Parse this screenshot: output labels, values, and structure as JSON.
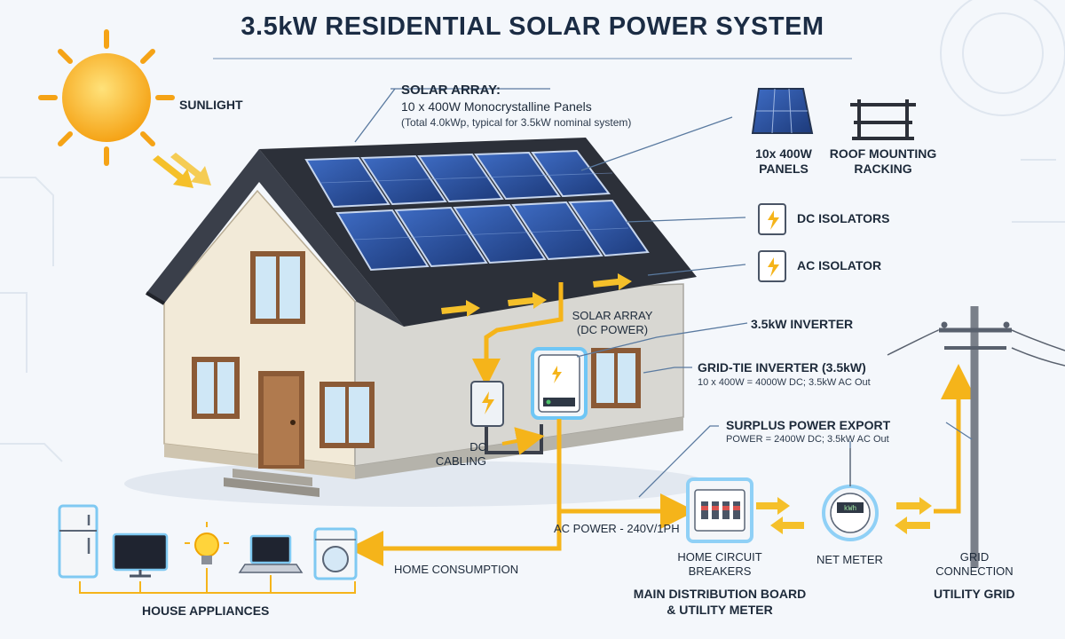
{
  "title": "3.5kW RESIDENTIAL SOLAR POWER SYSTEM",
  "labels": {
    "sunlight": "SUNLIGHT",
    "solar_array_title": "SOLAR ARRAY:",
    "solar_array_line1": "10 x 400W Monocrystalline Panels",
    "solar_array_line2": "(Total 4.0kWp, typical for 3.5kW nominal system)",
    "panels_line1": "10x 400W",
    "panels_line2": "PANELS",
    "racking_line1": "ROOF MOUNTING",
    "racking_line2": "RACKING",
    "dc_isolators": "DC ISOLATORS",
    "ac_isolator": "AC ISOLATOR",
    "array_dc_line1": "SOLAR ARRAY",
    "array_dc_line2": "(DC POWER)",
    "inverter": "3.5kW INVERTER",
    "grid_tie_title": "GRID-TIE INVERTER (3.5kW)",
    "grid_tie_sub": "10 x 400W = 4000W DC; 3.5kW AC Out",
    "surplus_title": "SURPLUS POWER EXPORT",
    "surplus_sub": "POWER = 2400W DC; 3.5kW AC Out",
    "dc_cabling_line1": "DC",
    "dc_cabling_line2": "CABLING",
    "ac_power": "AC POWER - 240V/1PH",
    "home_consumption": "HOME CONSUMPTION",
    "breakers_line1": "HOME CIRCUIT",
    "breakers_line2": "BREAKERS",
    "net_meter": "NET METER",
    "grid_conn_line1": "GRID",
    "grid_conn_line2": "CONNECTION",
    "utility_grid": "UTILITY GRID",
    "main_dist_line1": "MAIN DISTRIBUTION BOARD",
    "main_dist_line2": "& UTILITY METER",
    "house_appliances": "HOUSE APPLIANCES",
    "meter_reading": "kWh"
  },
  "icons": {
    "sun": "sun-icon",
    "panel": "solar-panel-icon",
    "racking": "racking-icon",
    "isolator": "lightning-isolator-icon",
    "inverter": "inverter-icon",
    "meter": "net-meter-icon",
    "pole": "utility-pole-icon",
    "appliances": [
      "refrigerator-icon",
      "tv-icon",
      "light-bulb-icon",
      "laptop-icon",
      "washing-machine-icon"
    ]
  },
  "colors": {
    "flow": "#f5b41a",
    "panel": "#2a4f9a",
    "roof": "#2c3039",
    "wall": "#f2ead8",
    "accent_glow": "#9fd8ff"
  }
}
